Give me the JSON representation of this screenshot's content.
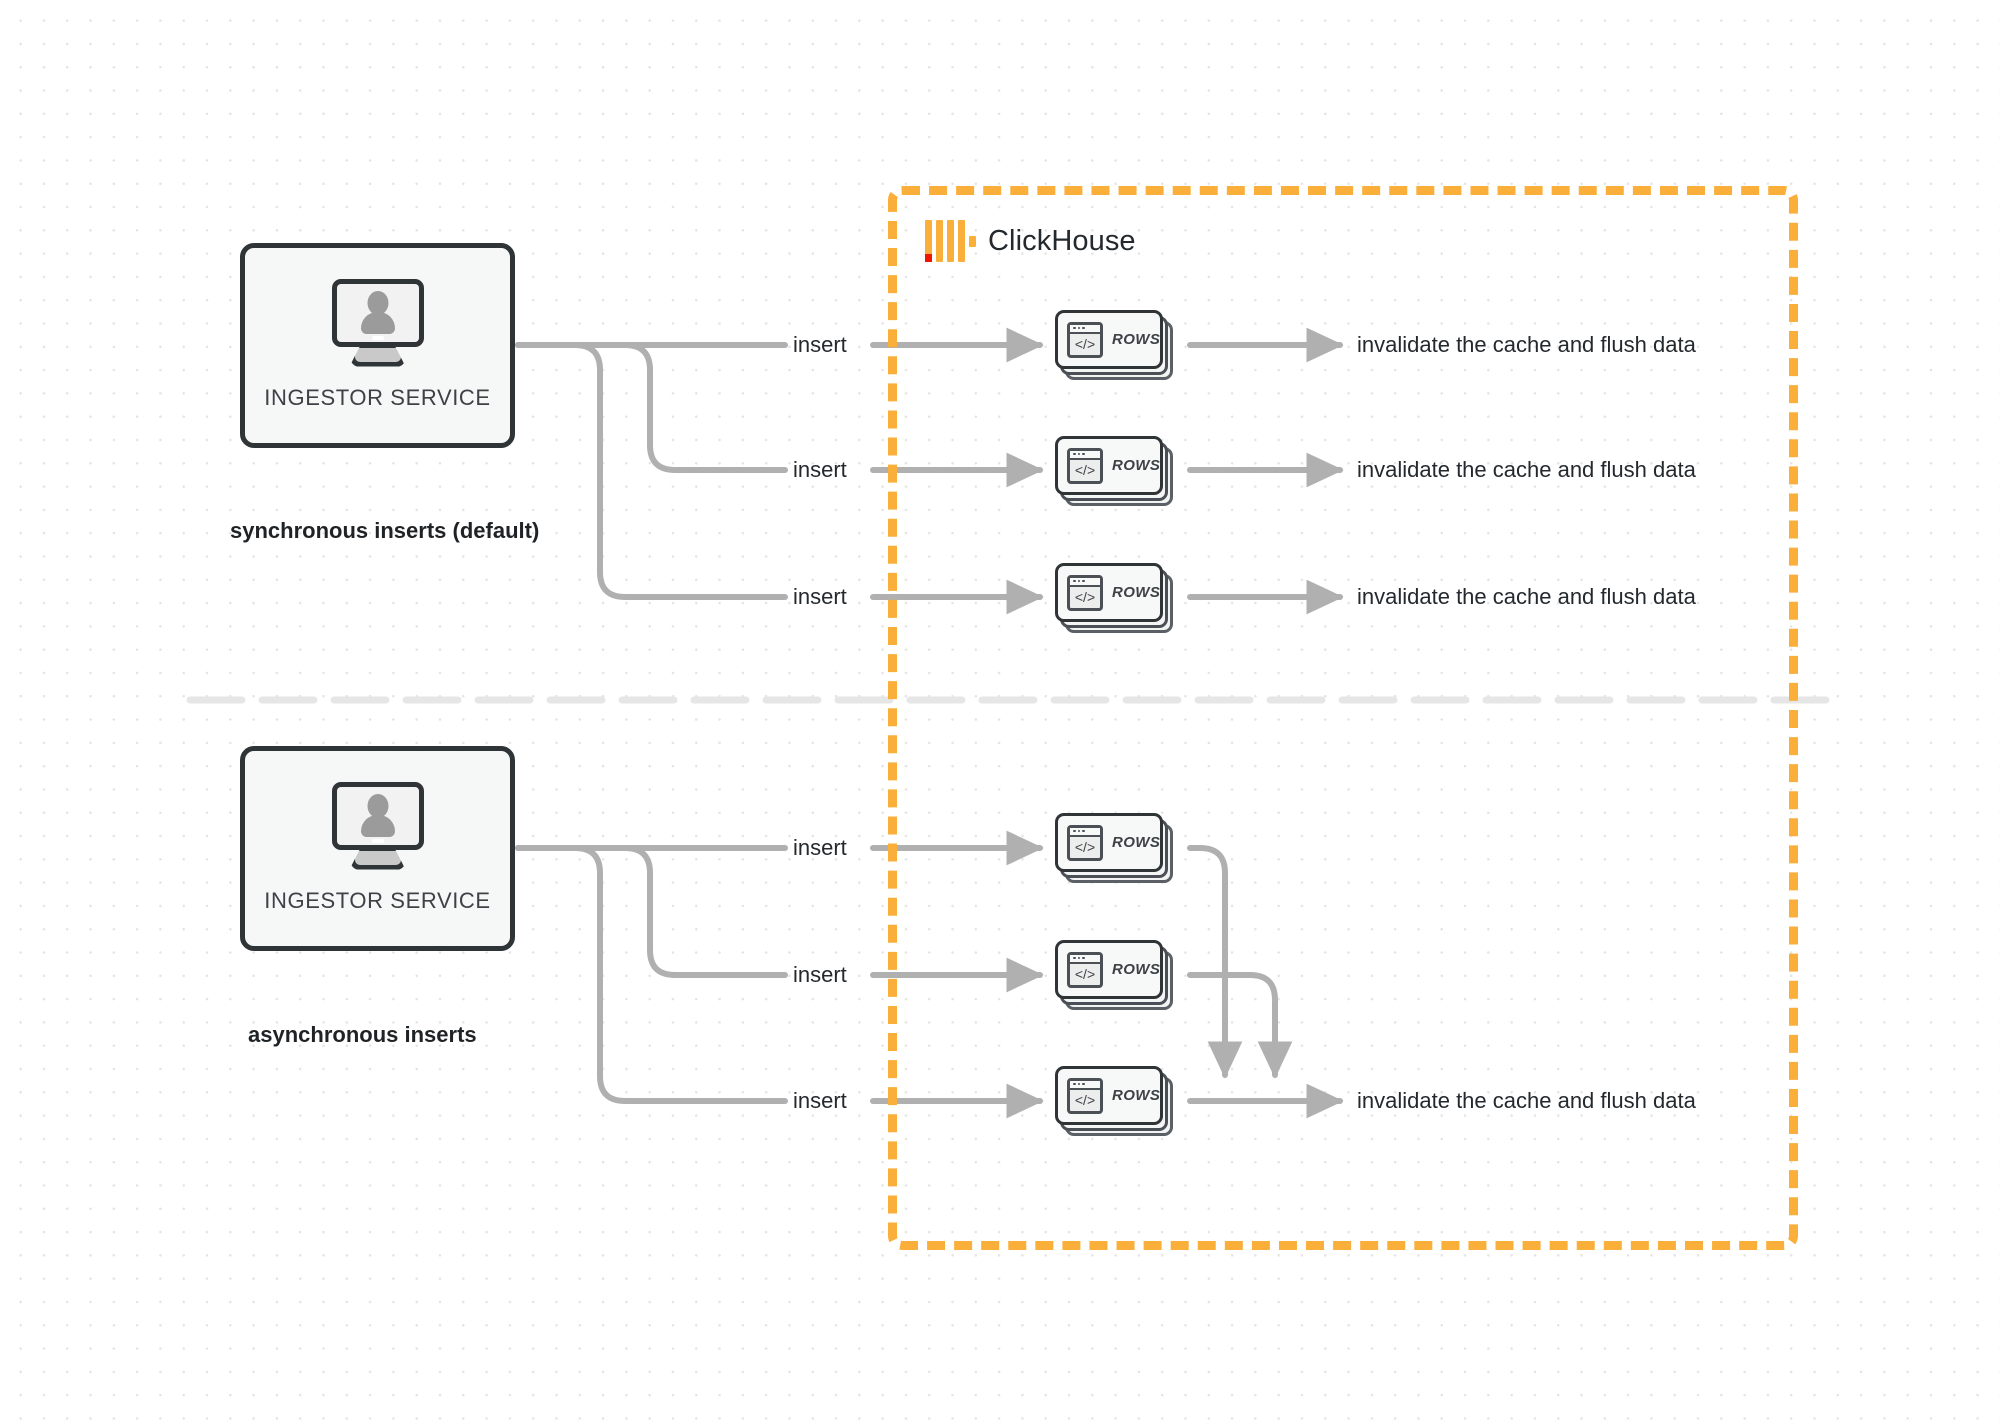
{
  "diagram": {
    "title": "ClickHouse synchronous vs asynchronous inserts",
    "background": "#ffffff",
    "dot_grid_color": "#e4e4e4"
  },
  "clickhouse_region": {
    "label": "ClickHouse",
    "border_color": "#FAAF3B",
    "border_style": "dashed",
    "logo": {
      "name": "clickhouse-logo",
      "bar_color": "#FAAF3B",
      "accent_color": "#F01500",
      "bars": 4
    }
  },
  "groups": [
    {
      "id": "synchronous",
      "caption": "synchronous inserts (default)",
      "service": {
        "label": "INGESTOR SERVICE",
        "icon": "monitor-user-icon"
      },
      "lanes": [
        {
          "insert_label": "insert",
          "card_label": "ROWS",
          "result_label": "invalidate the cache and flush data"
        },
        {
          "insert_label": "insert",
          "card_label": "ROWS",
          "result_label": "invalidate the cache and flush data"
        },
        {
          "insert_label": "insert",
          "card_label": "ROWS",
          "result_label": "invalidate the cache and flush data"
        }
      ]
    },
    {
      "id": "asynchronous",
      "caption": "asynchronous inserts",
      "service": {
        "label": "INGESTOR SERVICE",
        "icon": "monitor-user-icon"
      },
      "lanes": [
        {
          "insert_label": "insert",
          "card_label": "ROWS",
          "result_label": ""
        },
        {
          "insert_label": "insert",
          "card_label": "ROWS",
          "result_label": ""
        },
        {
          "insert_label": "insert",
          "card_label": "ROWS",
          "result_label": "invalidate the cache and flush data"
        }
      ]
    }
  ],
  "colors": {
    "wire": "#b0b0b0",
    "node_border": "#2f3437",
    "text": "#24292e",
    "orange": "#FAAF3B",
    "divider": "#e6e6e6"
  }
}
